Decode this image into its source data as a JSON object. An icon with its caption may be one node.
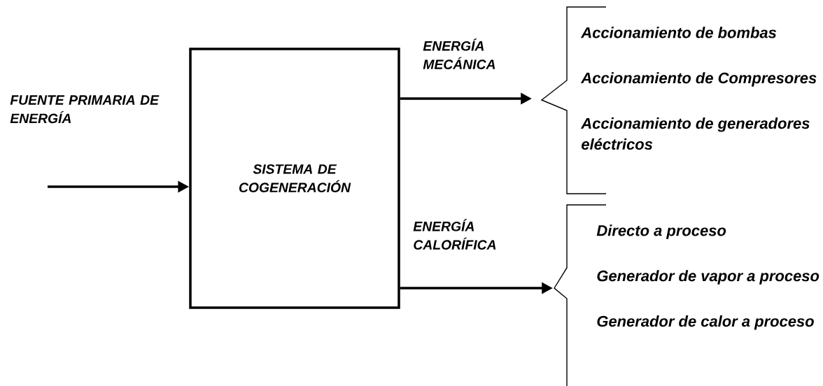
{
  "diagram": {
    "nodes": [
      {
        "text": [
          "SISTEMA DE COGENERACIÓN"
        ]
      },
      {
        "text": [
          "Accionamiento de bombas",
          "Accionamiento de Compresores",
          "Accionamiento de generadores eléctricos"
        ]
      },
      {
        "text": [
          "Directo a proceso",
          "Generador de vapor a proceso",
          "Generador de calor a proceso"
        ]
      }
    ],
    "edges": [
      {
        "from": null,
        "to": 0,
        "arrow": "to",
        "label": "FUENTE PRIMARIA DE ENERGÍA"
      },
      {
        "from": 0,
        "to": 1,
        "arrow": "to",
        "label": "ENERGÍA MECÁNICA"
      },
      {
        "from": 0,
        "to": 2,
        "arrow": "to",
        "label": "ENERGÍA CALORÍFICA"
      }
    ]
  }
}
